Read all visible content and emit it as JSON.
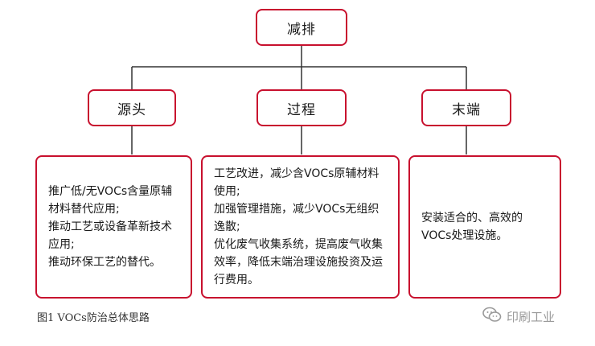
{
  "diagram": {
    "root": {
      "label": "减排"
    },
    "branches": [
      {
        "label": "源头",
        "lines": [
          "推广低/无VOCs含量原辅材料替代应用;",
          "推动工艺或设备革新技术应用;",
          "推动环保工艺的替代。"
        ]
      },
      {
        "label": "过程",
        "lines": [
          "工艺改进，减少含VOCs原辅材料使用;",
          "加强管理措施，减少VOCs无组织逸散;",
          "优化废气收集系统，提高废气收集效率，降低末端治理设施投资及运行费用。"
        ]
      },
      {
        "label": "末端",
        "lines": [
          "安装适合的、高效的VOCs处理设施。"
        ]
      }
    ]
  },
  "caption": "图1 VOCs防治总体思路",
  "watermark": {
    "icon": "wechat-icon",
    "text": "印刷工业"
  },
  "colors": {
    "border": "#c8102e",
    "connector": "#333333"
  }
}
